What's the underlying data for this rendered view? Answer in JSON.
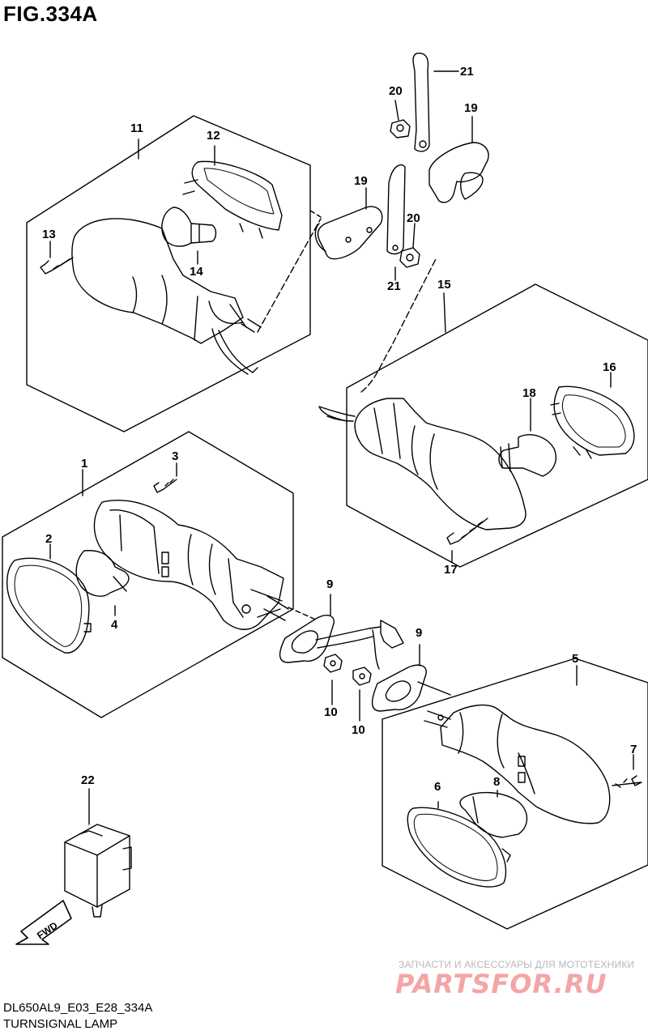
{
  "figure": {
    "title": "FIG.334A",
    "ref_code": "DL650AL9_E03_E28_334A",
    "caption": "TURNSIGNAL LAMP"
  },
  "watermark": {
    "tagline": "ЗАПЧАСТИ И АКСЕССУАРЫ ДЛЯ МОТОТЕХНИКИ",
    "logo": "PARTSFOR.RU"
  },
  "callouts": {
    "c1": "1",
    "c2": "2",
    "c3": "3",
    "c4": "4",
    "c5": "5",
    "c6": "6",
    "c7": "7",
    "c8": "8",
    "c9a": "9",
    "c9b": "9",
    "c10a": "10",
    "c10b": "10",
    "c11": "11",
    "c12": "12",
    "c13": "13",
    "c14": "14",
    "c15": "15",
    "c16": "16",
    "c17": "17",
    "c18": "18",
    "c19a": "19",
    "c19b": "19",
    "c20a": "20",
    "c20b": "20",
    "c21a": "21",
    "c21b": "21",
    "c22": "22"
  },
  "fwd_label": "FWD"
}
